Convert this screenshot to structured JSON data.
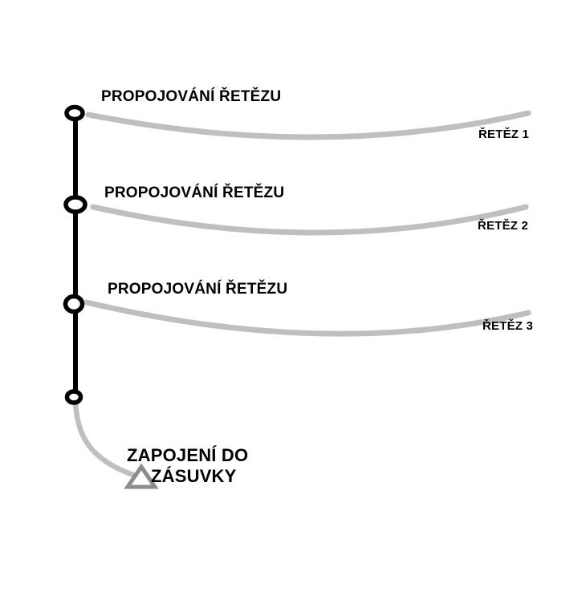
{
  "diagram": {
    "background": "#ffffff",
    "colors": {
      "spine": "#000000",
      "chain": "#bfbfbf",
      "plug_outline": "#8c8c8c",
      "text": "#000000"
    },
    "sections": [
      {
        "connection_label": "PROPOJOVÁNÍ ŘETĚZU",
        "chain_label": "ŘETĚZ 1"
      },
      {
        "connection_label": "PROPOJOVÁNÍ ŘETĚZU",
        "chain_label": "ŘETĚZ 2"
      },
      {
        "connection_label": "PROPOJOVÁNÍ ŘETĚZU",
        "chain_label": "ŘETĚZ 3"
      }
    ],
    "socket": {
      "line1": "ZAPOJENÍ DO",
      "line2": "ZÁSUVKY"
    }
  }
}
